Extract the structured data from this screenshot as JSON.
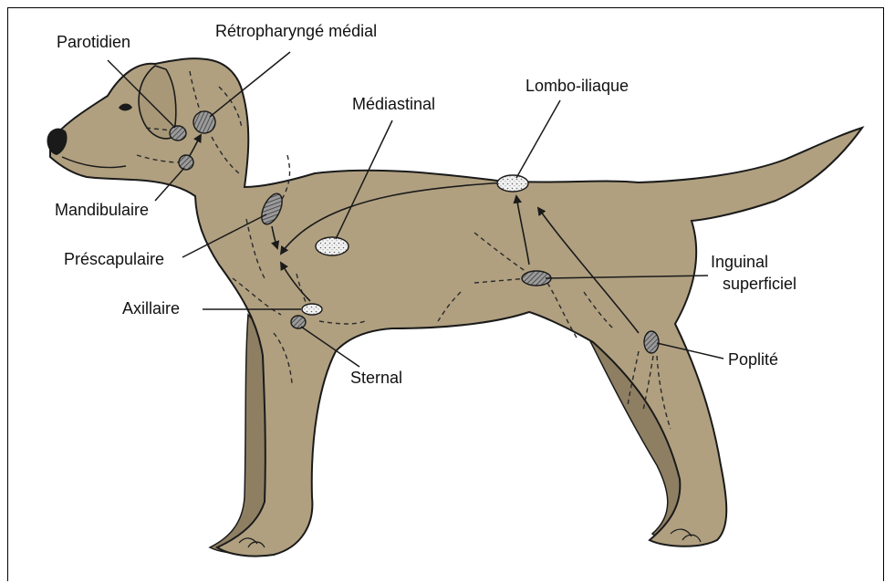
{
  "figure": {
    "colors": {
      "body": "#b0a080",
      "body_shadow": "#8e7f63",
      "outline": "#1a1a1a",
      "node_fill": "#efefef",
      "node_hatch": "#555555",
      "frame": "#000000"
    },
    "labels": {
      "parotidien": "Parotidien",
      "retropharynge": "Rétropharyngé médial",
      "mediastinal": "Médiastinal",
      "lombo_iliaque": "Lombo-iliaque",
      "mandibulaire": "Mandibulaire",
      "prescapulaire": "Préscapulaire",
      "inguinal_1": "Inguinal",
      "inguinal_2": "superficiel",
      "axillaire": "Axillaire",
      "poplite": "Poplité",
      "sternal": "Sternal"
    }
  }
}
